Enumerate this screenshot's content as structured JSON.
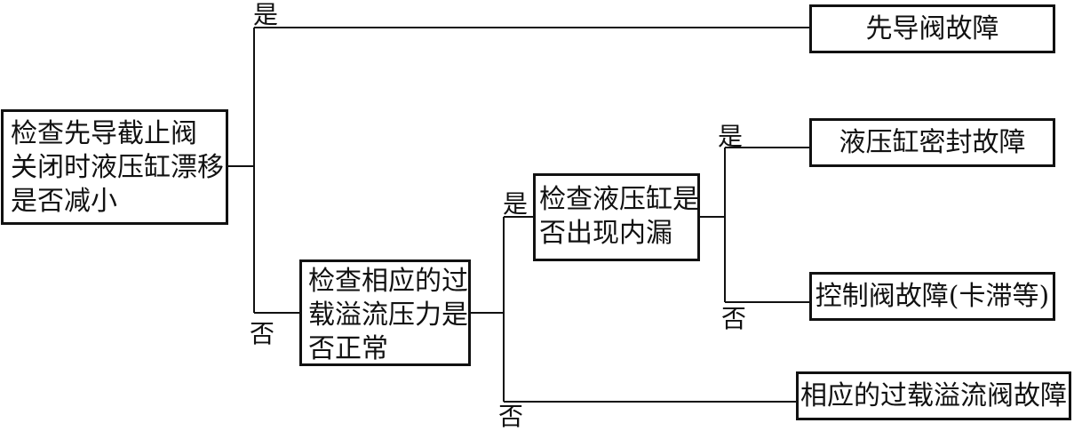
{
  "nodes": {
    "root": "检查先导截止阀\n关闭时液压缸漂移\n是否减小",
    "pilot_fault": "先导阀故障",
    "check_overload": "检查相应的过\n载溢流压力是\n否正常",
    "check_cylinder": "检查液压缸是\n否出现内漏",
    "cylinder_seal_fault": "液压缸密封故障",
    "control_valve_fault": "控制阀故障(卡滞等)",
    "overload_valve_fault": "相应的过载溢流阀故障"
  },
  "labels": {
    "yes": "是",
    "no": "否"
  }
}
